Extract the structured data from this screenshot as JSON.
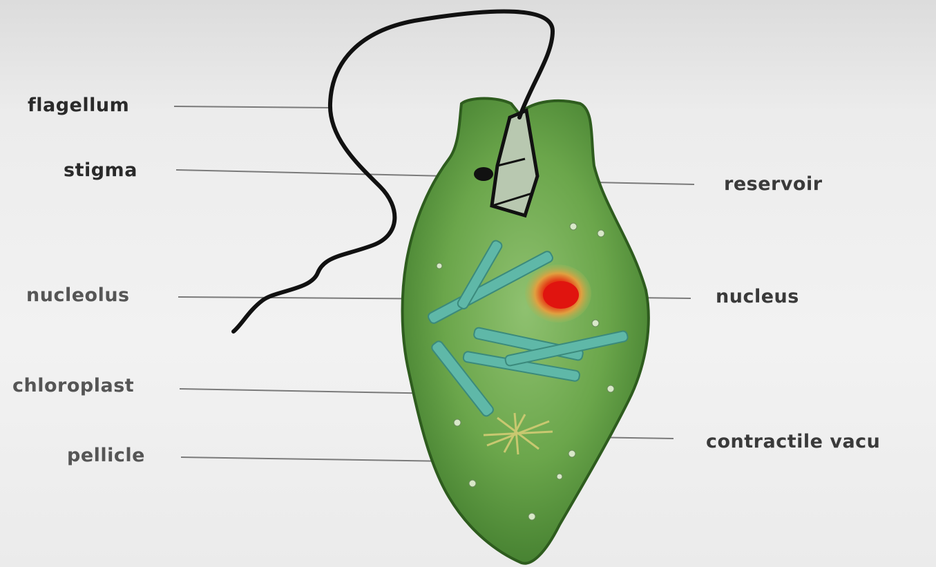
{
  "labels": {
    "flagellum": "flagellum",
    "stigma": "stigma",
    "nucleolus": "nucleolus",
    "chloroplast": "chloroplast",
    "pellicle": "pellicle",
    "reservoir": "reservoir",
    "nucleus": "nucleus",
    "contractile_vacuole": "contractile vacu"
  },
  "colors": {
    "cell_fill": "#5f9a3e",
    "cell_edge": "#2f5e1f",
    "chloroplast": "#5fb8a8",
    "nucleus_outer": "#d98e3a",
    "nucleolus": "#e0140f",
    "leader_line": "#777777",
    "flagellum": "#111111"
  }
}
